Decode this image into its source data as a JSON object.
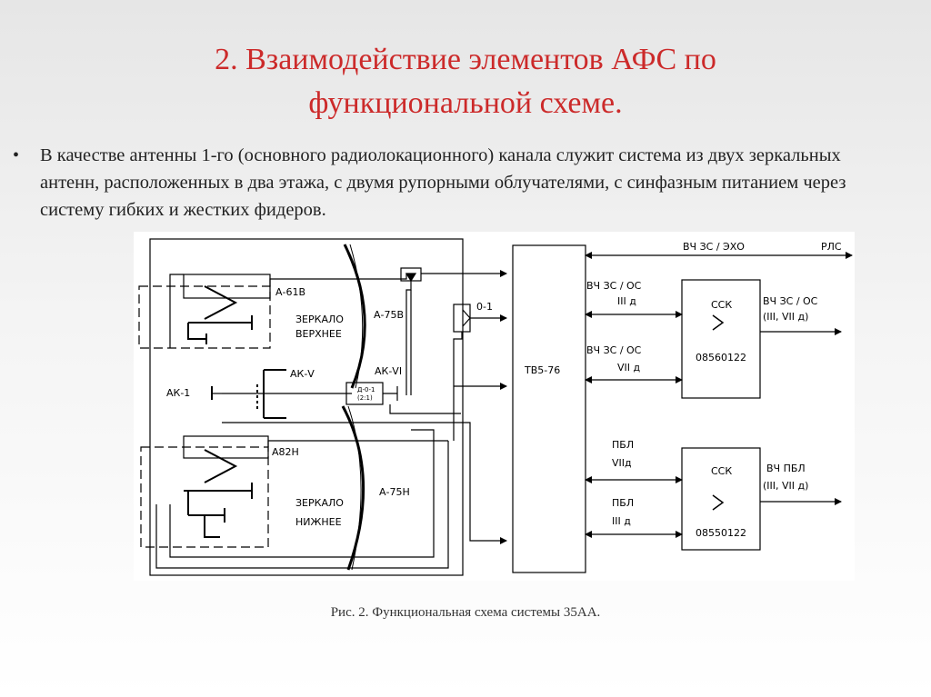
{
  "title_line1": "2. Взаимодействие элементов АФС по",
  "title_line2": "функциональной схеме.",
  "bullet": "В качестве антенны 1-го (основного радиолокационного) канала служит система из двух зеркальных антенн, расположенных  в два этажа, с двумя рупорными облучателями, с синфазным питанием через систему гибких и жестких фидеров.",
  "caption": "Рис. 2. Функциональная схема системы 35АА.",
  "diagram": {
    "a61b": "А-61В",
    "a75b": "А-75В",
    "mirror_top_1": "ЗЕРКАЛО",
    "mirror_top_2": "ВЕРХНЕЕ",
    "akv": "АК-V",
    "akvi": "АК-VI",
    "ak1": "АК-1",
    "a82h": "А82Н",
    "a75h": "А-75Н",
    "mirror_bot_1": "ЗЕРКАЛО",
    "mirror_bot_2": "НИЖНЕЕ",
    "o1": "0-1",
    "switch_1": "Д-0-1",
    "switch_2": "(2:1)",
    "tb": "ТВ5-76",
    "echo": "ВЧ ЗС / ЭХО",
    "rls": "РЛС",
    "vch_os_a_1": "ВЧ ЗС / ОС",
    "vch_os_a_2": "III  д",
    "vch_os_b_1": "ВЧ ЗС / ОС",
    "vch_os_b_2": "VII д",
    "ssk1_title": "ССК",
    "ssk1_num": "08560122",
    "out1_1": "ВЧ ЗС / ОС",
    "out1_2": "(III, VII д)",
    "pbl_a_1": "ПБЛ",
    "pbl_a_2": "VIIд",
    "pbl_b_1": "ПБЛ",
    "pbl_b_2": "III д",
    "ssk2_title": "ССК",
    "ssk2_num": "08550122",
    "out2_1": "ВЧ ПБЛ",
    "out2_2": "(III, VII д)"
  }
}
